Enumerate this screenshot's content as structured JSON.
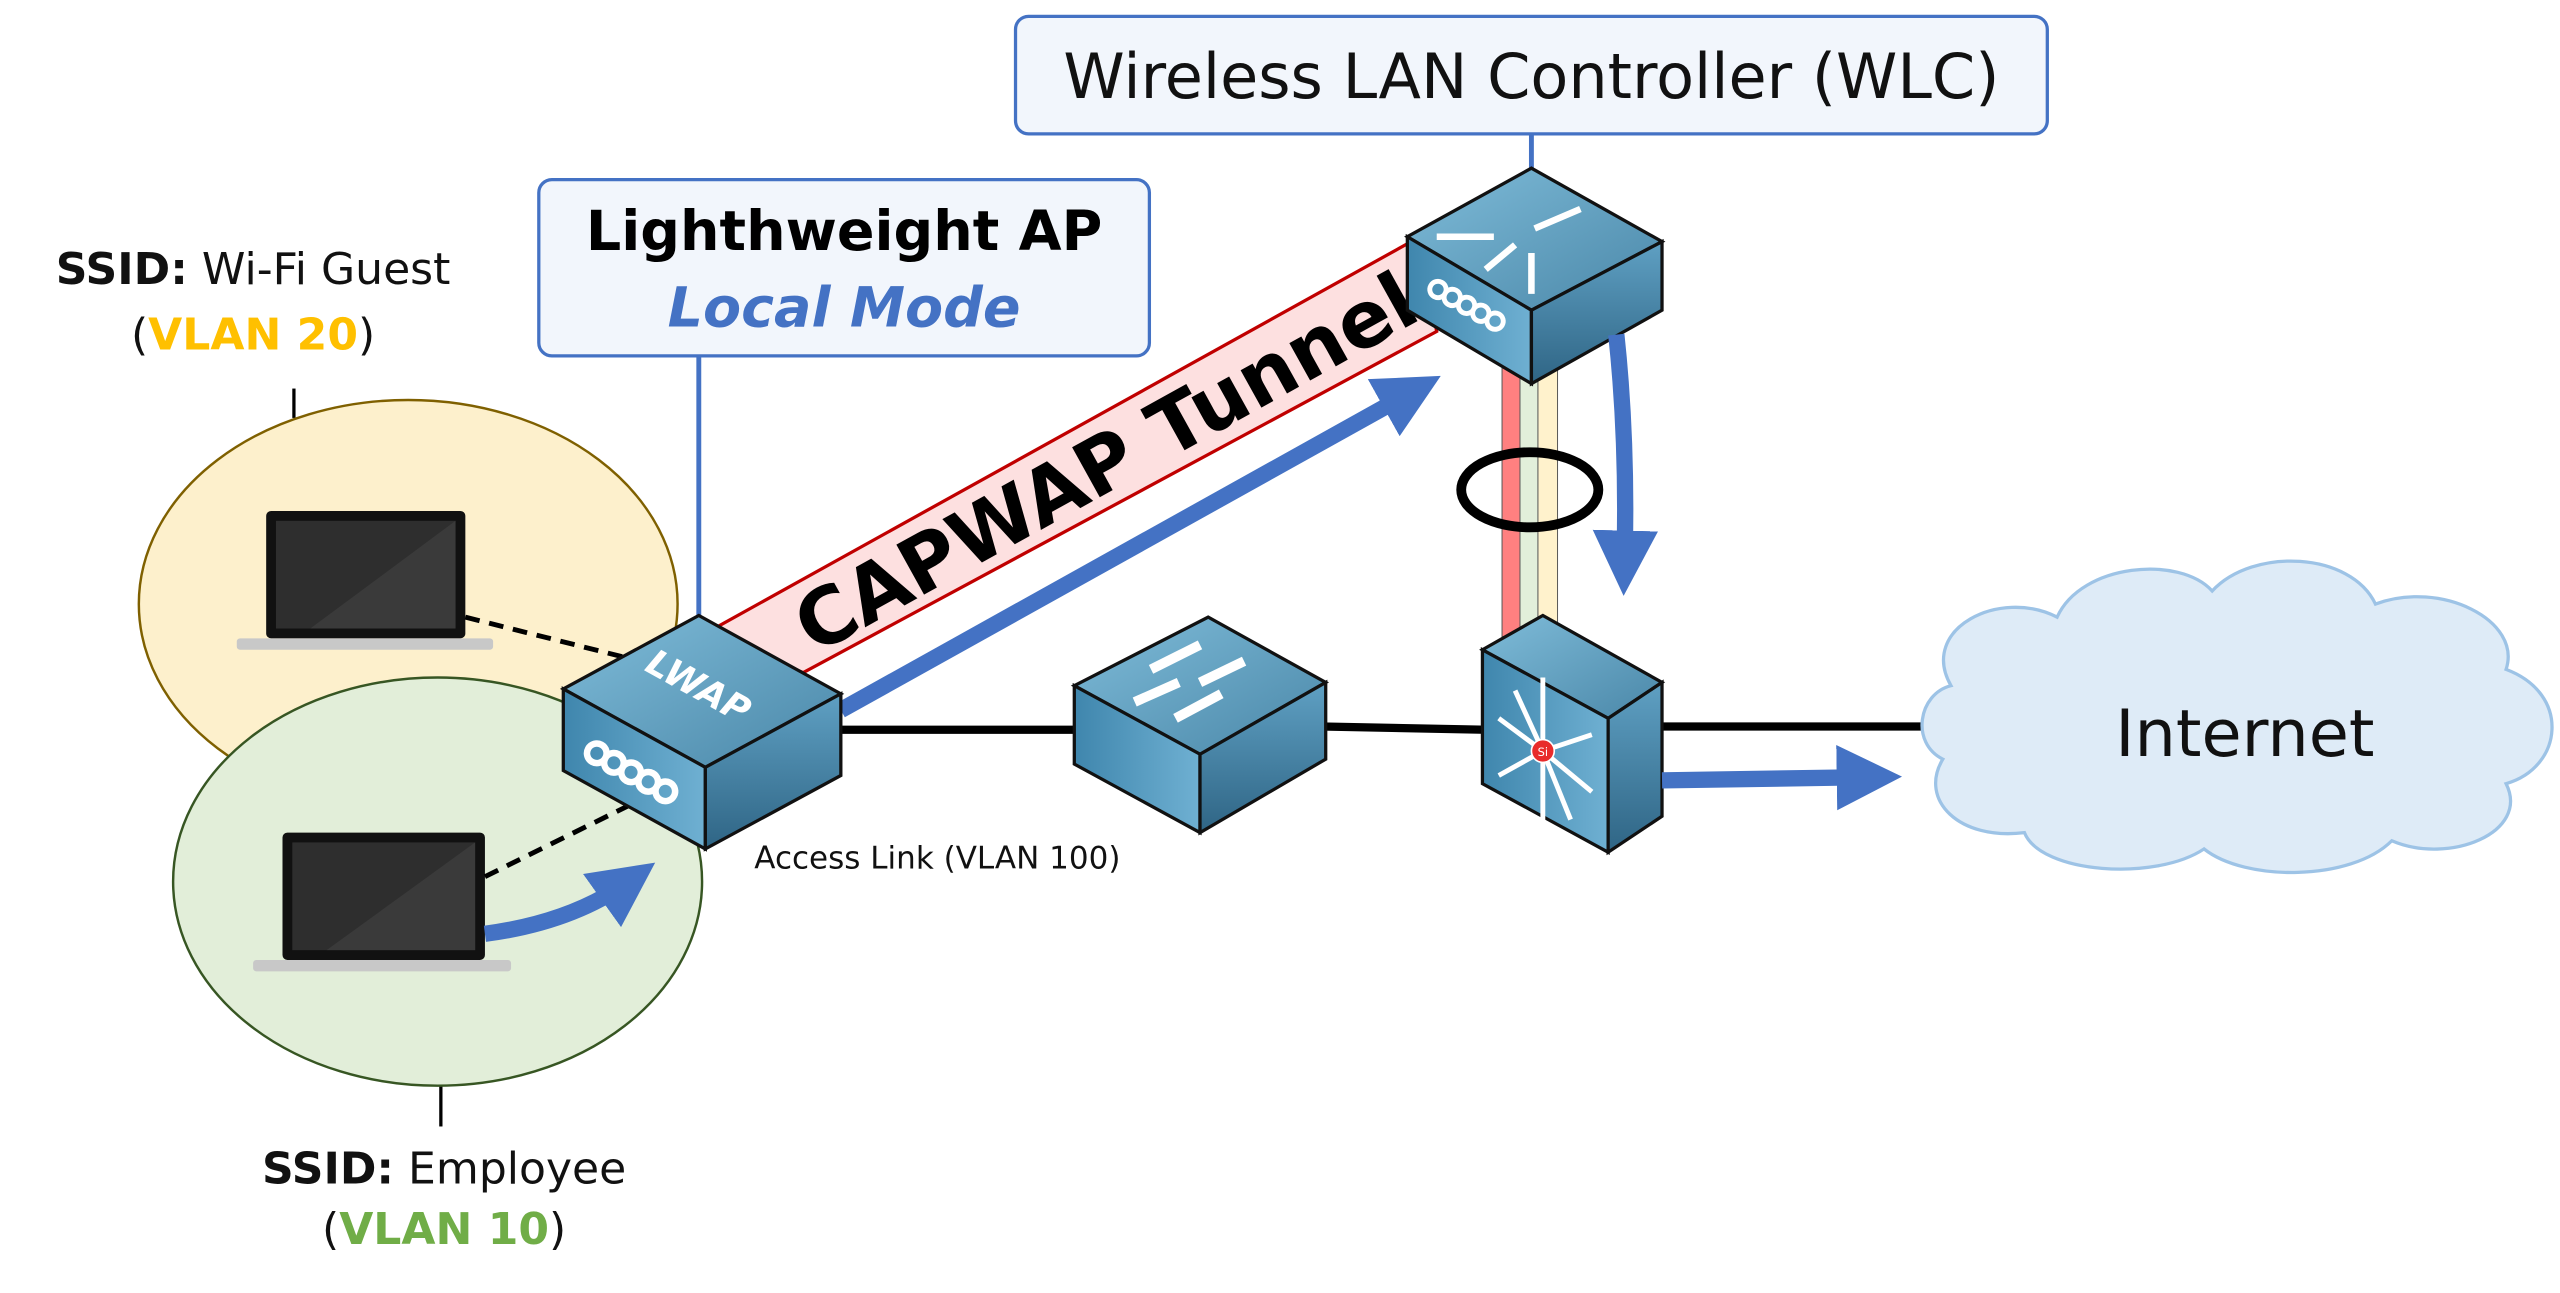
{
  "wlc_label": "Wireless LAN Controller (WLC)",
  "ap_label": {
    "title": "Lighthweight AP",
    "mode": "Local Mode"
  },
  "ssid_guest": {
    "prefix": "SSID:",
    "name": " Wi-Fi Guest",
    "vlan": "VLAN 20",
    "open": "(",
    "close": ")"
  },
  "ssid_employee": {
    "prefix": "SSID:",
    "name": " Employee",
    "vlan": "VLAN 10",
    "open": "(",
    "close": ")"
  },
  "tunnel_label": "CAPWAP Tunnel",
  "lwap_device_label": "LWAP",
  "access_link_label": "Access Link (VLAN 100)",
  "internet_label": "Internet",
  "multilayer_badge": "Si",
  "colors": {
    "accent_blue": "#4472c4",
    "vlan20": "#ffc000",
    "vlan10": "#70ad47",
    "tunnel_fill": "#fde0e0",
    "tunnel_stroke": "#c00000",
    "device": "#4a90b5",
    "cloud": "#deebf7"
  }
}
